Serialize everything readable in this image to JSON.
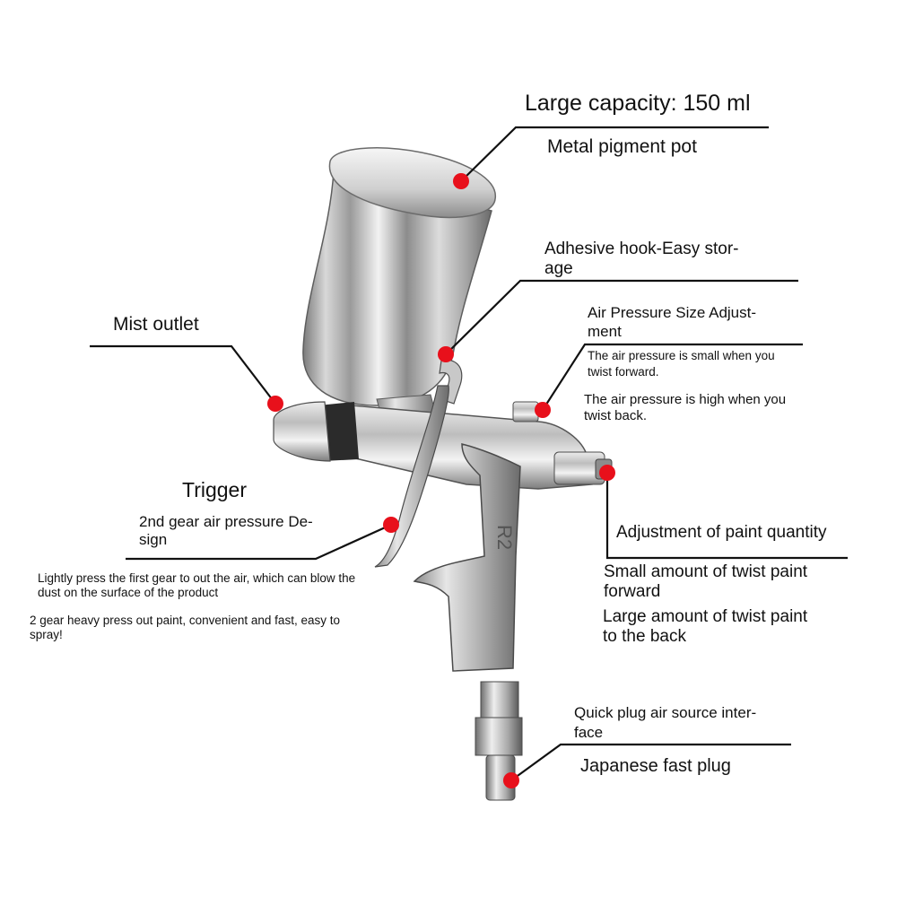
{
  "colors": {
    "background": "#ffffff",
    "text": "#111111",
    "leader_line": "#111111",
    "marker": "#e8101b",
    "metal_light": "#f4f4f4",
    "metal_mid": "#b9b9b9",
    "metal_dark": "#4a4a4a"
  },
  "labels": {
    "capacity_title": "Large capacity: 150 ml",
    "capacity_sub": "Metal pigment pot",
    "hook_line1": "Adhesive hook-Easy stor-",
    "hook_line2": "age",
    "pressure_title_line1": "Air Pressure Size Adjust-",
    "pressure_title_line2": "ment",
    "pressure_small_line1": "The air pressure is small when you",
    "pressure_small_line2": "twist forward.",
    "pressure_high_line1": "The air pressure is high when you",
    "pressure_high_line2": "twist back.",
    "mist_outlet": "Mist outlet",
    "trigger_title": "Trigger",
    "trigger_sub_line1": "2nd gear air pressure De-",
    "trigger_sub_line2": "sign",
    "trigger_desc1_line1": "Lightly press the first gear to out the air, which can blow the",
    "trigger_desc1_line2": "dust on the surface of the product",
    "trigger_desc2_line1": "2 gear heavy press out paint, convenient and fast, easy to",
    "trigger_desc2_line2": "spray!",
    "paint_title": "Adjustment of paint quantity",
    "paint_small_line1": "Small amount of twist paint",
    "paint_small_line2": "forward",
    "paint_large_line1": "Large amount of twist paint",
    "paint_large_line2": "to the back",
    "plug_title_line1": "Quick plug air source inter-",
    "plug_title_line2": "face",
    "plug_sub": "Japanese fast plug"
  },
  "product": {
    "engraving": "R2"
  }
}
